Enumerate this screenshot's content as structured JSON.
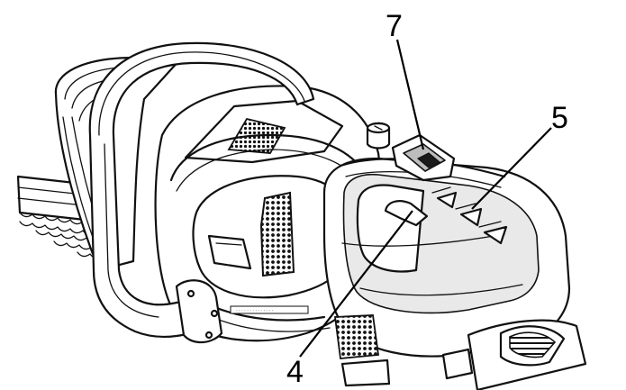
{
  "diagram": {
    "callouts": [
      {
        "label": "7",
        "part": "trigger-lock"
      },
      {
        "label": "5",
        "part": "rear-handle-arrows"
      },
      {
        "label": "4",
        "part": "trigger-switch"
      }
    ]
  },
  "colors": {
    "line": "#111111",
    "background": "#ffffff",
    "shade": "#e9e9e9",
    "dark": "#1a1a1a"
  }
}
